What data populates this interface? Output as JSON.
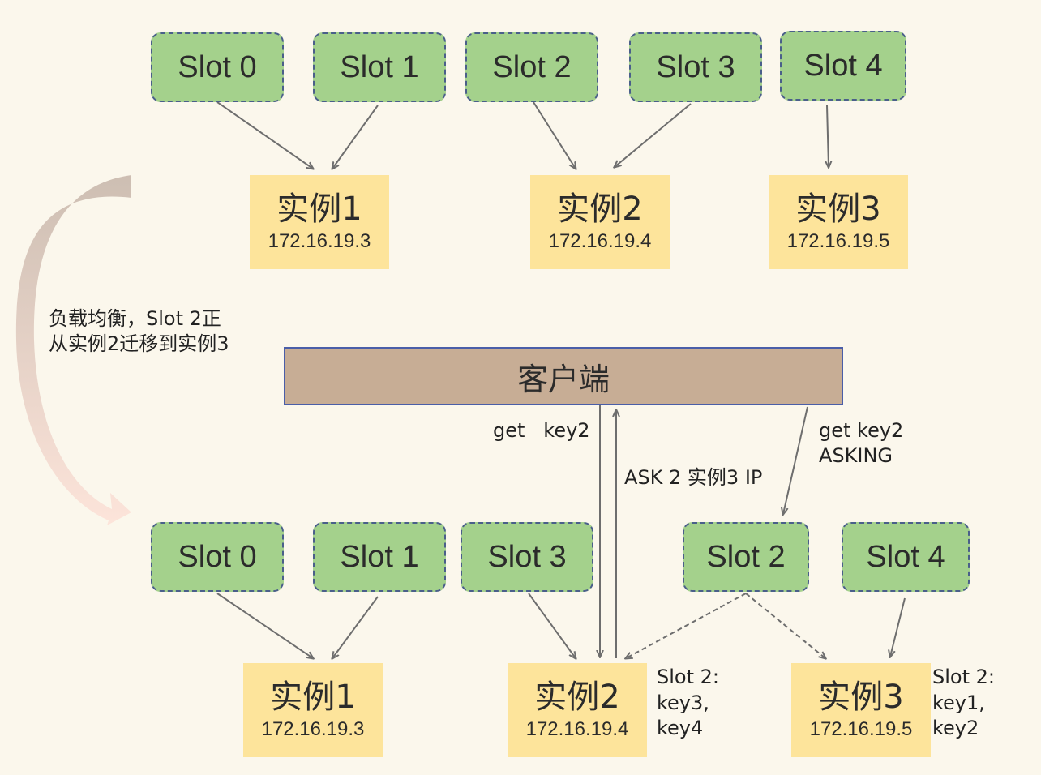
{
  "top": {
    "slots": [
      "Slot 0",
      "Slot 1",
      "Slot 2",
      "Slot 3",
      "Slot 4"
    ],
    "instances": [
      {
        "name": "实例1",
        "ip": "172.16.19.3"
      },
      {
        "name": "实例2",
        "ip": "172.16.19.4"
      },
      {
        "name": "实例3",
        "ip": "172.16.19.5"
      }
    ]
  },
  "migration_note": {
    "line1": "负载均衡，Slot 2正",
    "line2": "从实例2迁移到实例3"
  },
  "client": {
    "label": "客户端"
  },
  "requests": {
    "get_key2": "get   key2",
    "ask_reply": "ASK 2 实例3 IP",
    "get_key2_asking_line1": "get key2",
    "get_key2_asking_line2": "ASKING"
  },
  "bottom": {
    "slots": [
      "Slot 0",
      "Slot 1",
      "Slot 3",
      "Slot 2",
      "Slot 4"
    ],
    "instances": [
      {
        "name": "实例1",
        "ip": "172.16.19.3"
      },
      {
        "name": "实例2",
        "ip": "172.16.19.4"
      },
      {
        "name": "实例3",
        "ip": "172.16.19.5"
      }
    ],
    "instance2_keys": [
      "Slot 2:",
      "key3,",
      "key4"
    ],
    "instance3_keys": [
      "Slot 2:",
      "key1,",
      "key2"
    ]
  },
  "colors": {
    "background": "#fbf7ec",
    "slot_fill": "#a4d18c",
    "slot_border": "#4a5f8a",
    "instance_fill": "#fde49b",
    "client_fill": "#c7ad95",
    "client_border": "#4a5ea8",
    "arrow": "#6e6e6e"
  }
}
